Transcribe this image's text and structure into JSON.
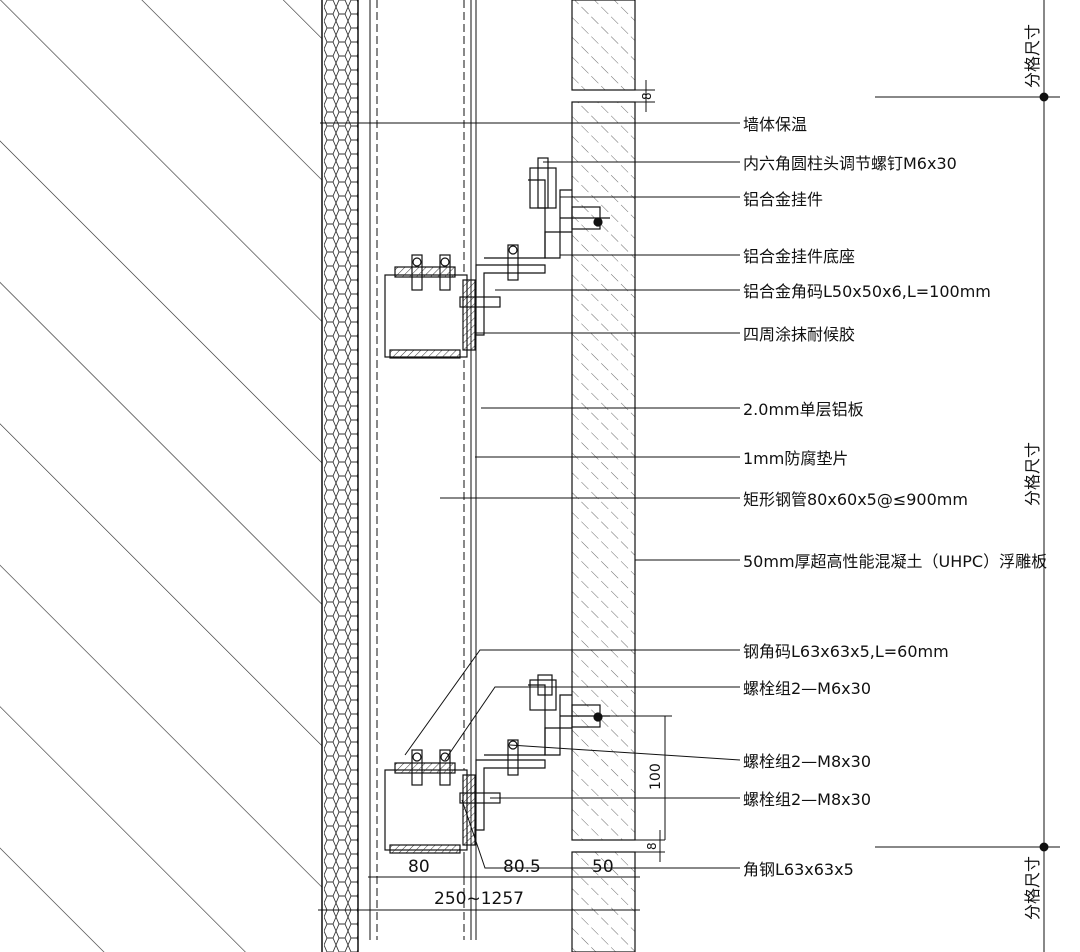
{
  "callouts": [
    {
      "id": "wall-insulation",
      "text": "墙体保温"
    },
    {
      "id": "hex-screw",
      "text": "内六角圆柱头调节螺钉M6x30"
    },
    {
      "id": "al-hanger",
      "text": "铝合金挂件"
    },
    {
      "id": "al-hanger-base",
      "text": "铝合金挂件底座"
    },
    {
      "id": "al-angle",
      "text": "铝合金角码L50x50x6,L=100mm"
    },
    {
      "id": "sealant",
      "text": "四周涂抹耐候胶"
    },
    {
      "id": "al-panel",
      "text": "2.0mm单层铝板"
    },
    {
      "id": "anticorrosion-gasket",
      "text": "1mm防腐垫片"
    },
    {
      "id": "steel-tube",
      "text": "矩形钢管80x60x5@≤900mm"
    },
    {
      "id": "uhpc-panel",
      "text": "50mm厚超高性能混凝土（UHPC）浮雕板"
    },
    {
      "id": "steel-angle-code",
      "text": "钢角码L63x63x5,L=60mm"
    },
    {
      "id": "bolt-m6",
      "text": "螺栓组2—M6x30"
    },
    {
      "id": "bolt-m8-a",
      "text": "螺栓组2—M8x30"
    },
    {
      "id": "bolt-m8-b",
      "text": "螺栓组2—M8x30"
    },
    {
      "id": "angle-steel",
      "text": "角钢L63x63x5"
    }
  ],
  "dimensions": {
    "module_label": "分格尺寸",
    "d80": "80",
    "d80_5": "80.5",
    "d50": "50",
    "d250": "250~1257",
    "d100": "100",
    "d8_top": "8",
    "d8_bottom": "8"
  }
}
